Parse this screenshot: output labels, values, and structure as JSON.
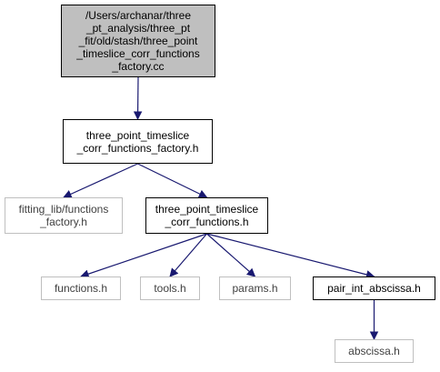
{
  "diagram": {
    "nodes": [
      {
        "id": "root",
        "label": "/Users/archanar/three\n_pt_analysis/three_pt\n_fit/old/stash/three_point\n_timeslice_corr_functions\n_factory.cc",
        "style": "root"
      },
      {
        "id": "factory_h",
        "label": "three_point_timeslice\n_corr_functions_factory.h",
        "style": "normal"
      },
      {
        "id": "fitting_lib_functions_factory_h",
        "label": "fitting_lib/functions\n_factory.h",
        "style": "external"
      },
      {
        "id": "corr_functions_h",
        "label": "three_point_timeslice\n_corr_functions.h",
        "style": "normal"
      },
      {
        "id": "functions_h",
        "label": "functions.h",
        "style": "external"
      },
      {
        "id": "tools_h",
        "label": "tools.h",
        "style": "external"
      },
      {
        "id": "params_h",
        "label": "params.h",
        "style": "external"
      },
      {
        "id": "pair_int_abscissa_h",
        "label": "pair_int_abscissa.h",
        "style": "normal"
      },
      {
        "id": "abscissa_h",
        "label": "abscissa.h",
        "style": "external"
      }
    ],
    "edges": [
      {
        "from": "root",
        "to": "factory_h"
      },
      {
        "from": "factory_h",
        "to": "fitting_lib_functions_factory_h"
      },
      {
        "from": "factory_h",
        "to": "corr_functions_h"
      },
      {
        "from": "corr_functions_h",
        "to": "functions_h"
      },
      {
        "from": "corr_functions_h",
        "to": "tools_h"
      },
      {
        "from": "corr_functions_h",
        "to": "params_h"
      },
      {
        "from": "corr_functions_h",
        "to": "pair_int_abscissa_h"
      },
      {
        "from": "pair_int_abscissa_h",
        "to": "abscissa_h"
      }
    ],
    "colors": {
      "edge": "#191970",
      "border": "#000000",
      "external_border": "#bfbfbf",
      "external_text": "#404040",
      "root_fill": "#bfbfbf",
      "node_fill": "#ffffff"
    }
  }
}
